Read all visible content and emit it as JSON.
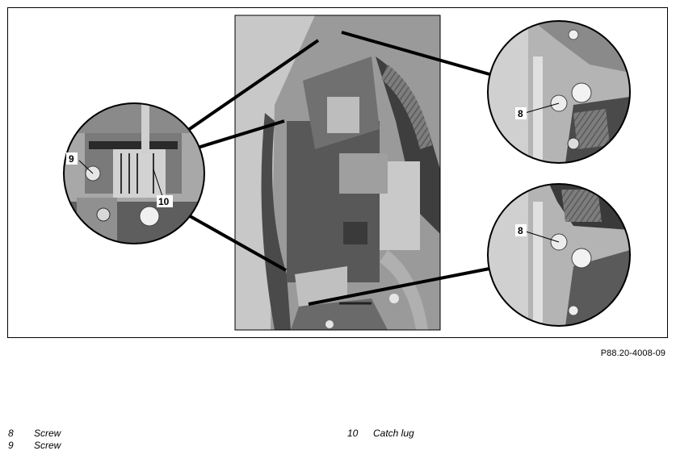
{
  "figure": {
    "reference": "P88.20-4008-09",
    "callouts": {
      "top_right": "8",
      "bottom_right": "8",
      "left_screw": "9",
      "left_lug": "10"
    }
  },
  "legend": {
    "left": [
      {
        "num": "8",
        "text": "Screw"
      },
      {
        "num": "9",
        "text": "Screw"
      }
    ],
    "right": [
      {
        "num": "10",
        "text": "Catch lug"
      }
    ]
  }
}
